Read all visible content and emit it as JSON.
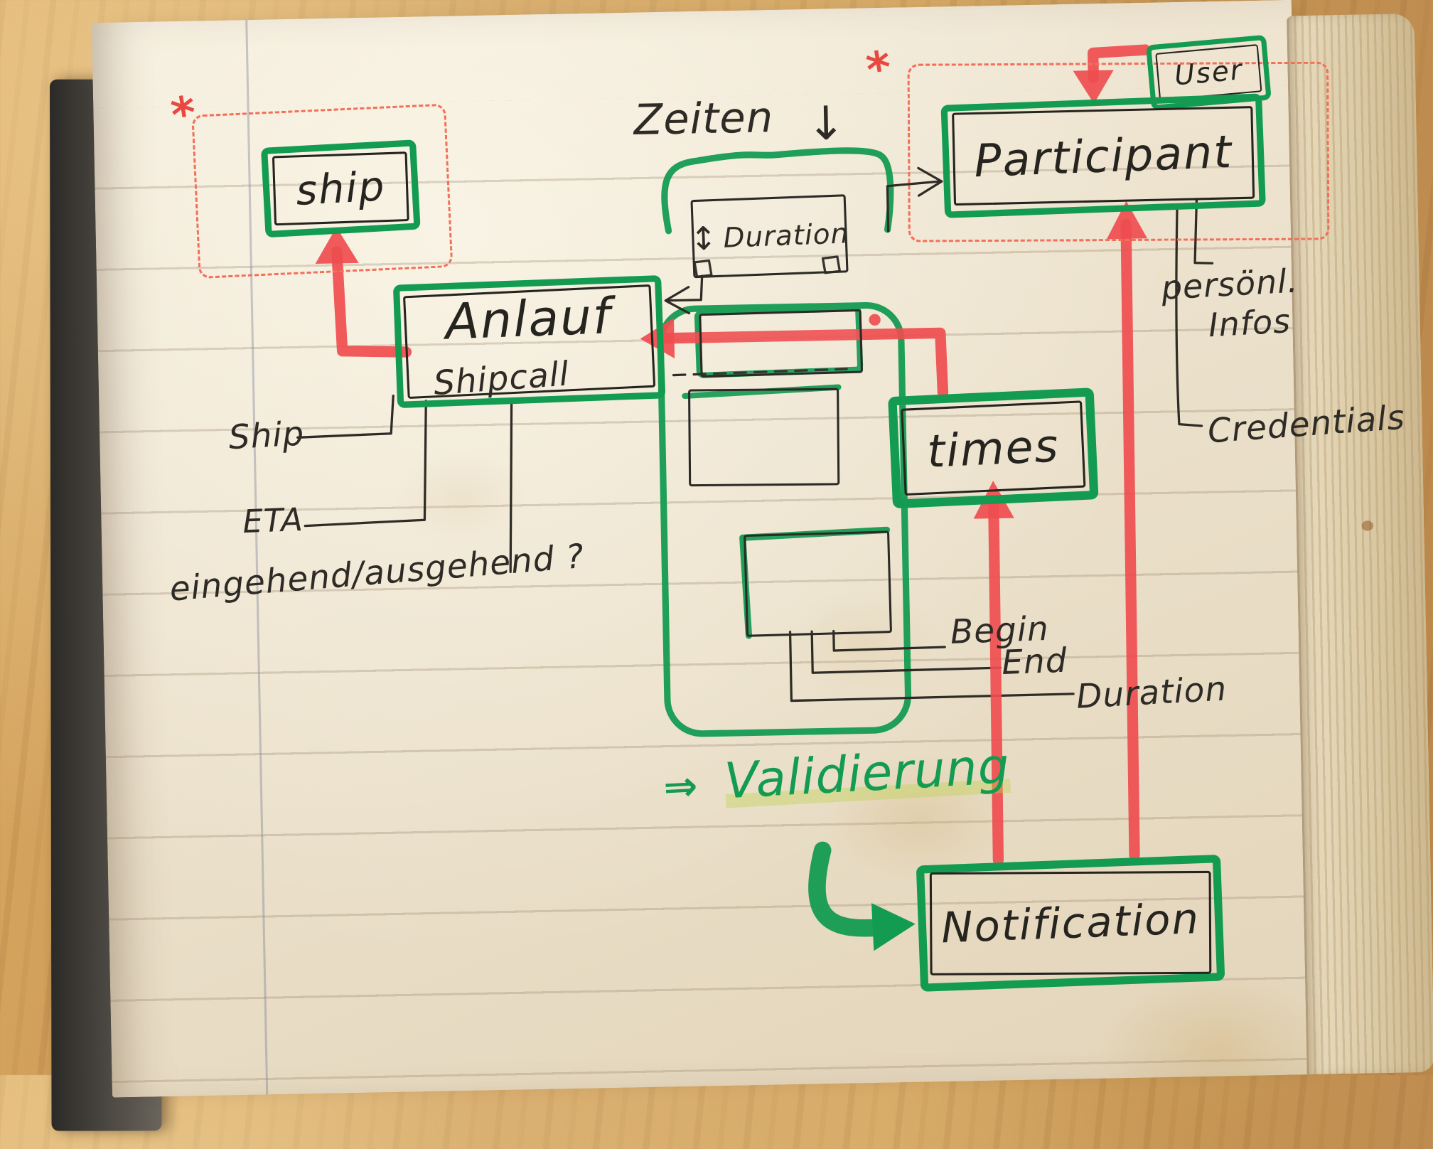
{
  "colors": {
    "marker_green": "#149b52",
    "marker_red": "#ef4d4f",
    "ink": "#2b2b2b",
    "dashed_red": "#f2705a"
  },
  "nodes": {
    "ship": {
      "label": "ship"
    },
    "user": {
      "label": "User"
    },
    "participant": {
      "label": "Participant"
    },
    "anlauf": {
      "label": "Anlauf",
      "sublabel": "Shipcall"
    },
    "duration": {
      "label": "Duration",
      "arrow": "↕"
    },
    "times": {
      "label": "times"
    },
    "notification": {
      "label": "Notification"
    }
  },
  "annotations": {
    "zeiten": {
      "text": "Zeiten",
      "arrow": "↓"
    },
    "asterisk": "*",
    "ship_attr": "Ship",
    "eta": "ETA",
    "inout": "eingehend/ausgehend ?",
    "begin": "Begin",
    "end": "End",
    "duration_attr": "Duration",
    "personal_line1": "persönl.",
    "personal_line2": "Infos",
    "credentials": "Credentials",
    "validierung": {
      "arrow": "⇒",
      "text": "Validierung"
    }
  }
}
